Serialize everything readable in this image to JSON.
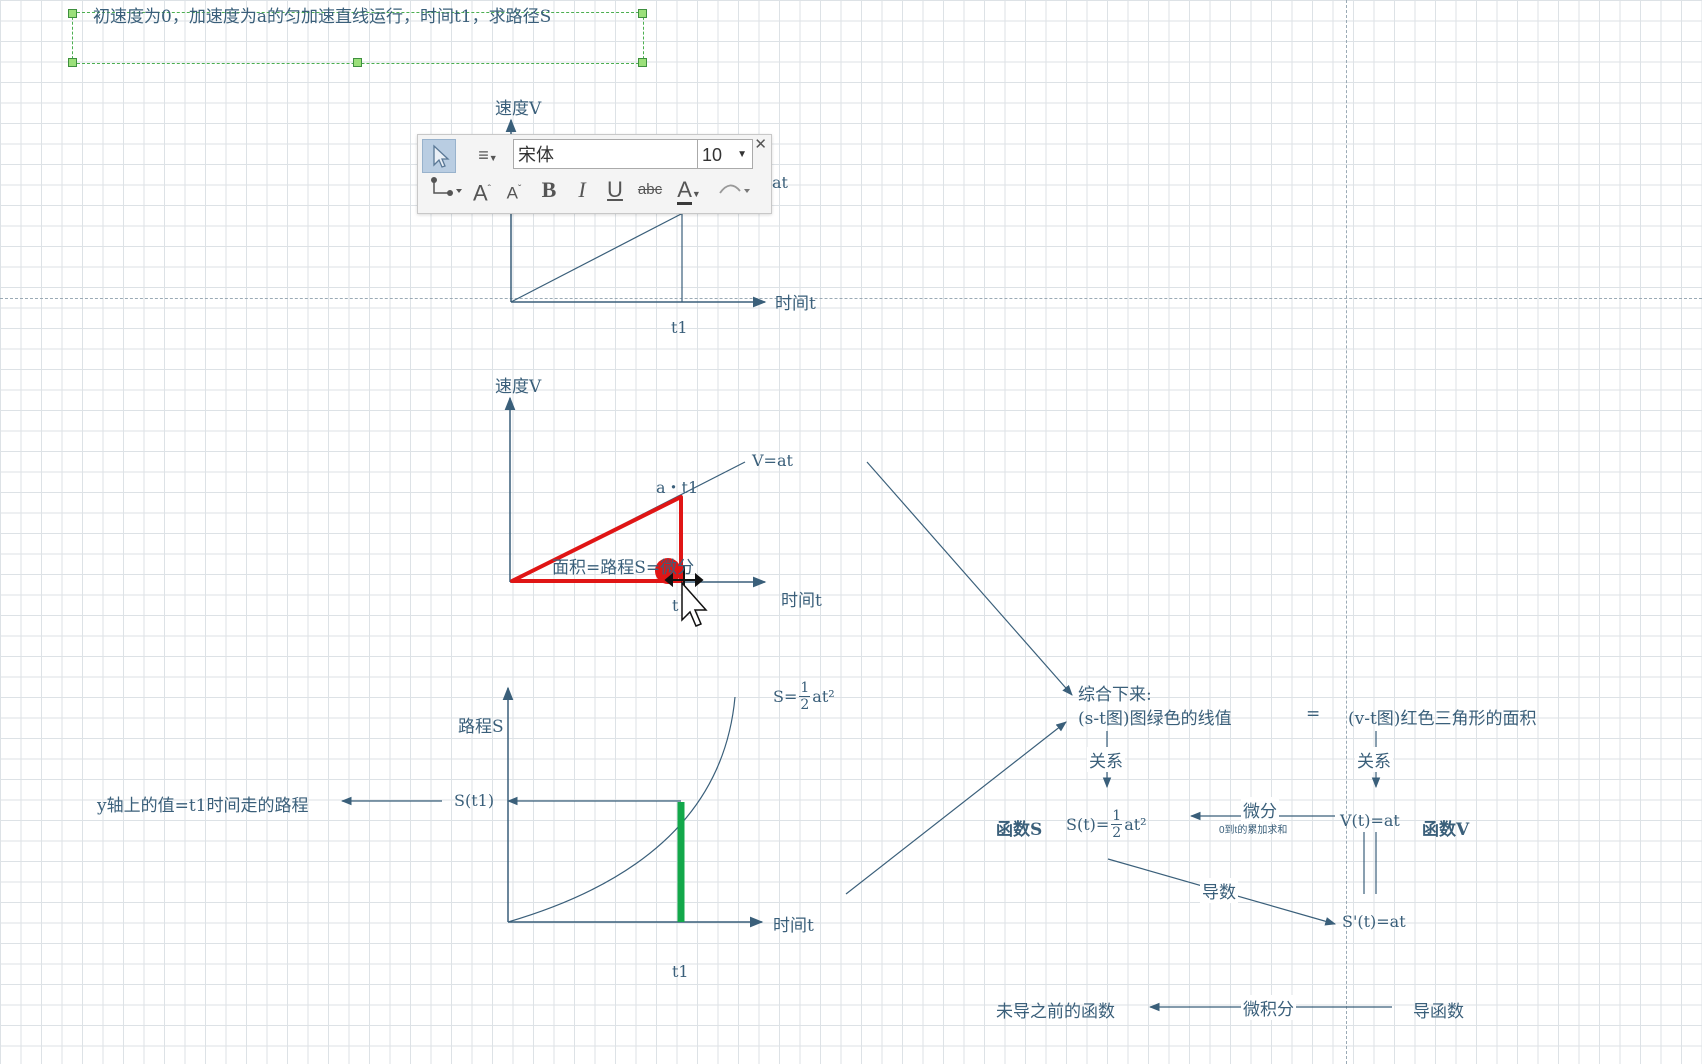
{
  "header_note": "初速度为0，加速度为a的匀加速直线运行，时间t1，求路径S",
  "toolbar": {
    "font_name": "宋体",
    "font_size": "10",
    "increase_font_glyph": "A",
    "decrease_font_glyph": "A",
    "bold_glyph": "B",
    "italic_glyph": "I",
    "underline_glyph": "U",
    "strike_glyph": "abc",
    "font_color_glyph": "A",
    "icons": [
      "pointer-icon",
      "align-icon",
      "connector-icon",
      "close-icon",
      "curve-icon"
    ]
  },
  "chart1": {
    "y_label": "速度V",
    "x_label": "时间t",
    "t1_label": "t1",
    "line_label": "at"
  },
  "chart2": {
    "y_label": "速度V",
    "x_label": "时间t",
    "line_label": "V=at",
    "peak_label": "a・t1",
    "area_label": "面积=路程S=微分",
    "t1_label": "t",
    "triangle_color": "#e01515"
  },
  "chart3": {
    "y_label": "路程S",
    "x_label": "时间t",
    "t1_label": "t1",
    "curve_label_prefix": "S=",
    "curve_label_num": "1",
    "curve_label_den": "2",
    "curve_label_suffix": "at²",
    "s_t1_label": "S(t1)",
    "y_note": "y轴上的值=t1时间走的路程",
    "bar_color": "#12a84a"
  },
  "summary": {
    "heading": "综合下来:",
    "left_text": "(s-t图)图绿色的线值",
    "equals": "=",
    "right_text": "(v-t图)红色三角形的面积",
    "relation_left": "关系",
    "relation_right": "关系",
    "func_s": "函数S",
    "s_formula_prefix": "S(t)=",
    "s_formula_num": "1",
    "s_formula_den": "2",
    "s_formula_suffix": "at²",
    "differential": "微分",
    "accumulate_note": "0到t的累加求和",
    "v_formula": "V(t)=at",
    "func_v": "函数V",
    "derivative": "导数",
    "s_prime": "S'(t)=at",
    "antiderivative": "未导之前的函数",
    "calculus": "微积分",
    "derivative_func": "导函数"
  }
}
